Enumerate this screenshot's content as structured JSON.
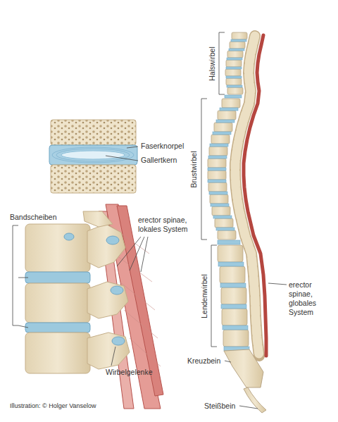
{
  "diagram": {
    "labels": [
      "Halswirbel",
      "Faserknorpel",
      "Gallertkern",
      "Brustwirbel",
      "Bandscheiben",
      "erector spinae, lokales System",
      "Lendenwirbel",
      "erector spinae, globales System",
      "Wirbelgelenke",
      "Kreuzbein",
      "Steißbein",
      "Illustration: © Holger Vanselow"
    ]
  }
}
